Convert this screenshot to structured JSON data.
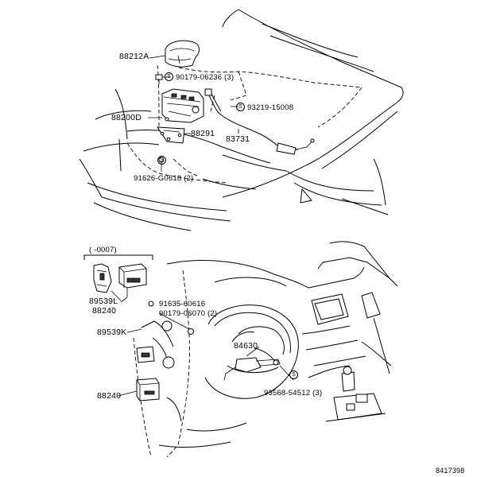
{
  "labels": {
    "p88212A": "88212A",
    "p90179_06236": "90179-06236 (3)",
    "p93219_15008": "93219-15008",
    "p88200D": "88200D",
    "p88291": "88291",
    "p83731": "83731",
    "p91626_G0618": "91626-G0618 (2)",
    "bracket_note": "( -0007)",
    "p89539L": "89539L",
    "p88240_top": "88240",
    "p91635_60616": "91635-60616",
    "p90179_06070": "90179-06070 (2)",
    "p89539K": "89539K",
    "p84630": "84630",
    "p88240_bottom": "88240",
    "p93568_54512": "93568-54512 (3)",
    "drawing_number": "8417398"
  },
  "bubble_glyph": "S"
}
